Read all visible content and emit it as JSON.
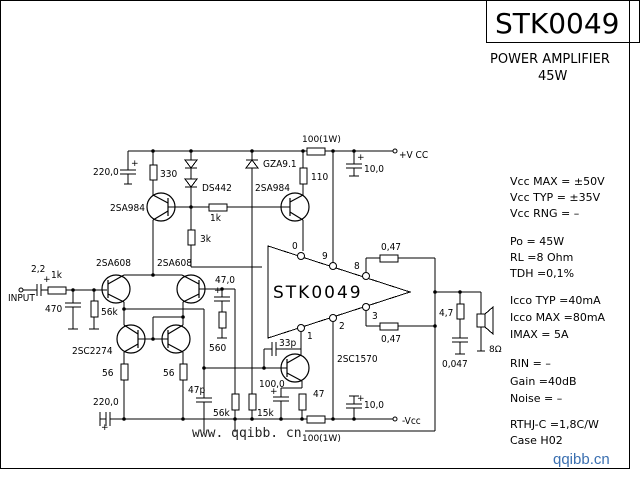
{
  "title_block": {
    "part_number": "STK0049",
    "description": "POWER AMPLIFIER",
    "power": "45W"
  },
  "specs": [
    {
      "label": "Vcc MAX",
      "value": "= ±50V"
    },
    {
      "label": "Vcc TYP",
      "value": "= ±35V"
    },
    {
      "label": "Vcc RNG",
      "value": "=   –"
    },
    {
      "label": "Po",
      "value": "= 45W"
    },
    {
      "label": "RL",
      "value": "=8 Ohm"
    },
    {
      "label": "TDH",
      "value": "=0,1%"
    },
    {
      "label": "Icco TYP",
      "value": "=40mA"
    },
    {
      "label": "Icco MAX",
      "value": "=80mA"
    },
    {
      "label": "IMAX",
      "value": "=   5A"
    },
    {
      "label": "RIN",
      "value": "=  –"
    },
    {
      "label": "Gain",
      "value": "=40dB"
    },
    {
      "label": "Noise",
      "value": "=  –"
    },
    {
      "label": "RTHJ-C",
      "value": "=1,8C/W"
    },
    {
      "label": "Case",
      "value": "H02"
    }
  ],
  "chip": {
    "label": "STK0049",
    "pins": [
      "0",
      "9",
      "8",
      "3",
      "2",
      "1"
    ]
  },
  "components": {
    "c_220_top": "220,0",
    "r_330": "330",
    "q_2sa984_left": "2SA984",
    "d_ds442": "DS442",
    "r_1k_mid": "1k",
    "r_3k": "3k",
    "z_gza91": "GZA9.1",
    "q_2sa984_right": "2SA984",
    "r_110": "110",
    "r_100_top": "100(1W)",
    "c_10_top": "10,0",
    "vcc_pos": "+V CC",
    "r_047_top": "0,47",
    "r_047_bot": "0,47",
    "q_2sa608_left": "2SA608",
    "q_2sa608_right": "2SA608",
    "c_2_2": "2,2",
    "r_1k_in": "1k",
    "input": "INPUT",
    "c_470": "470",
    "r_56k_in": "56k",
    "c_47_0": "47,0",
    "r_560": "560",
    "q_2sc2274": "2SC2274",
    "r_56_left": "56",
    "r_56_right": "56",
    "c_47p": "47p",
    "r_56k_fb": "56k",
    "r_15k": "15k",
    "c_220_bot": "220,0",
    "c_33p": "33p",
    "q_2sc1570": "2SC1570",
    "c_100_0": "100,0",
    "r_47": "47",
    "r_100_bot": "100(1W)",
    "c_10_bot": "10,0",
    "vcc_neg": "-Vcc",
    "r_4_7": "4,7",
    "c_0_047": "0,047",
    "speaker": "8Ω"
  },
  "watermarks": {
    "bottom_center": "www. qqibb. cn",
    "bottom_right": "qqibb.cn"
  }
}
